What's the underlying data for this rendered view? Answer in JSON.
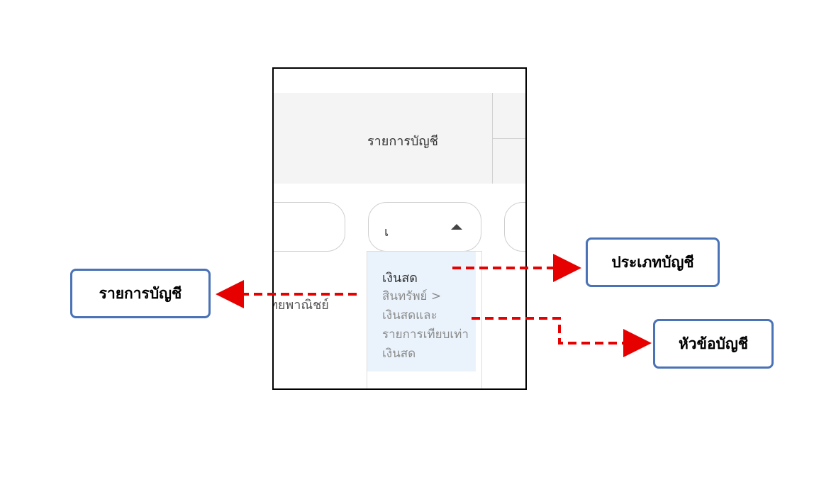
{
  "screenshot": {
    "header_column_label": "รายการบัญชี",
    "select_current_value": "เ",
    "left_row_text": "ทยพาณิชย์",
    "dropdown": {
      "options": [
        {
          "title": "เงินสด",
          "subtitle": "สินทรัพย์ > เงินสดและรายการเทียบเท่าเงินสด"
        },
        {
          "title": "เงินฝาก"
        }
      ]
    }
  },
  "annotations": {
    "left_callout": "รายการบัญชี",
    "top_callout": "ประเภทบัญชี",
    "bottom_callout": "หัวข้อบัญชี",
    "arrow_color": "#e60000",
    "callout_border_color": "#4a72b6"
  }
}
